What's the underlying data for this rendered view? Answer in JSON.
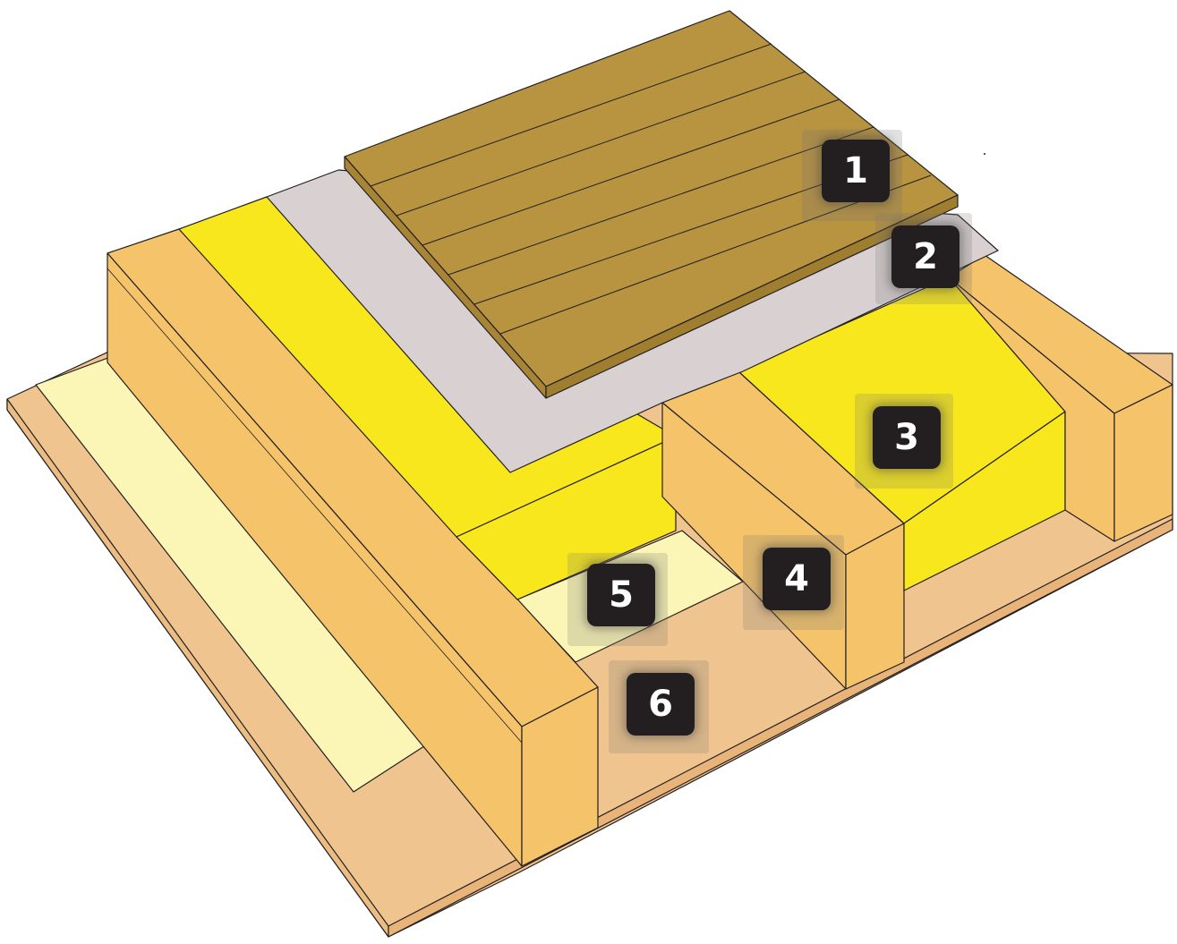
{
  "colors": {
    "base_board": "#f0c48e",
    "joist": "#f4c36a",
    "insulation": "#f8e71c",
    "membrane": "#d9d1d1",
    "decking": "#b89340",
    "pale_layer": "#fbf6b6",
    "outline": "#231f20",
    "badge_bg": "#231f20",
    "badge_text": "#ffffff"
  },
  "callouts": [
    {
      "id": "1",
      "label": "1",
      "layer": "decking"
    },
    {
      "id": "2",
      "label": "2",
      "layer": "membrane"
    },
    {
      "id": "3",
      "label": "3",
      "layer": "insulation"
    },
    {
      "id": "4",
      "label": "4",
      "layer": "joist"
    },
    {
      "id": "5",
      "label": "5",
      "layer": "pale_layer"
    },
    {
      "id": "6",
      "label": "6",
      "layer": "base_board"
    }
  ]
}
